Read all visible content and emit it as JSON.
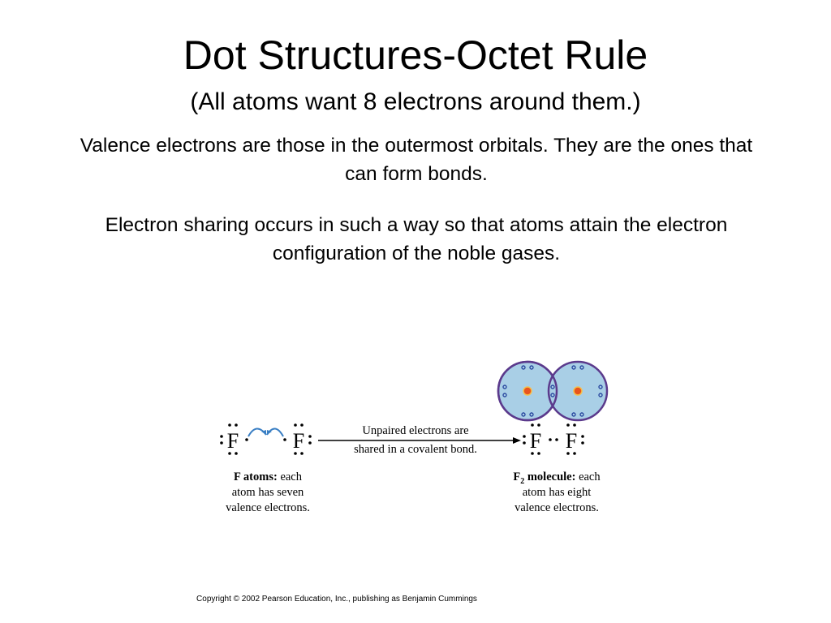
{
  "slide": {
    "title": "Dot Structures-Octet Rule",
    "subtitle": "(All atoms want 8 electrons around them.)",
    "paragraphs": [
      "Valence electrons are those in the outermost orbitals.  They are the ones that can form bonds.",
      "Electron sharing occurs in such a way so that atoms attain the electron configuration of the noble gases."
    ]
  },
  "figure": {
    "atom_symbol": "F",
    "arrow_caption_line1": "Unpaired electrons are",
    "arrow_caption_line2": "shared in a covalent bond.",
    "left_caption_bold": "F atoms:",
    "left_caption_rest1": " each",
    "left_caption_line2": "atom has seven",
    "left_caption_line3": "valence electrons.",
    "right_caption_bold_main": "F",
    "right_caption_bold_sub": "2",
    "right_caption_bold_rest": " molecule:",
    "right_caption_rest1": " each",
    "right_caption_line2": "atom has eight",
    "right_caption_line3": "valence electrons.",
    "colors": {
      "orbital_fill": "#a9cfe6",
      "orbital_stroke": "#5b3a8c",
      "nucleus": "#e8541e",
      "electron_dot": "#2b4aa0",
      "curved_arrow": "#3a7fc4"
    }
  },
  "footer": {
    "copyright": "Copyright © 2002 Pearson Education, Inc., publishing as Benjamin Cummings"
  }
}
